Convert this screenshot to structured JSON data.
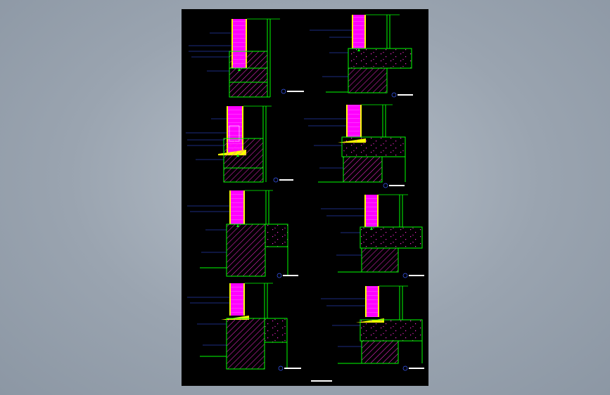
{
  "colors": {
    "background": "#9aa4b0",
    "sheet": "#000000",
    "wall_fill": "#ff00ff",
    "grout": "#ffff00",
    "structure_line": "#00ff00",
    "concrete_hatch": "#ff2bd6",
    "annotation": "#3a5bff",
    "title_bar": "#ffffff"
  },
  "details": [
    {
      "id": "d1",
      "labels": [
        "",
        "",
        "",
        "",
        ""
      ],
      "title": ""
    },
    {
      "id": "d2",
      "labels": [
        "",
        "",
        "",
        ""
      ],
      "title": ""
    },
    {
      "id": "d3",
      "labels": [
        "",
        "",
        "",
        "",
        ""
      ],
      "title": ""
    },
    {
      "id": "d4",
      "labels": [
        "",
        "",
        "",
        ""
      ],
      "title": ""
    },
    {
      "id": "d5",
      "labels": [
        "",
        "",
        "",
        ""
      ],
      "title": ""
    },
    {
      "id": "d6",
      "labels": [
        "",
        "",
        "",
        ""
      ],
      "title": ""
    },
    {
      "id": "d7",
      "labels": [
        "",
        "",
        "",
        ""
      ],
      "title": ""
    },
    {
      "id": "d8",
      "labels": [
        "",
        "",
        "",
        ""
      ],
      "title": ""
    }
  ],
  "sheet_title": ""
}
